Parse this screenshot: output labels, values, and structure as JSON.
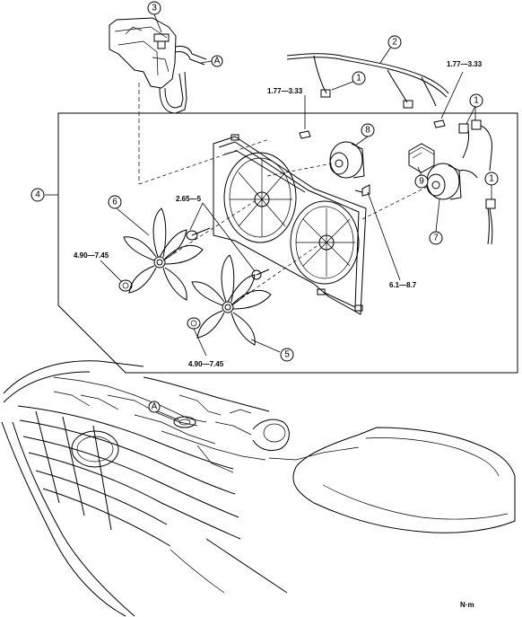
{
  "callouts": {
    "c1a": "1",
    "c1b": "1",
    "c1c": "1",
    "c2": "2",
    "c3": "3",
    "c4": "4",
    "c5": "5",
    "c6": "6",
    "c7": "7",
    "c8": "8",
    "c9": "9",
    "refA1": "A",
    "refA2": "A"
  },
  "torques": {
    "t1": "1.77—3.33",
    "t2": "1.77—3.33",
    "t3": "2.65—5",
    "t4": "4.90—7.45",
    "t5": "4.90—7.45",
    "t6": "6.1—8.7"
  },
  "unit_label": "N·m"
}
